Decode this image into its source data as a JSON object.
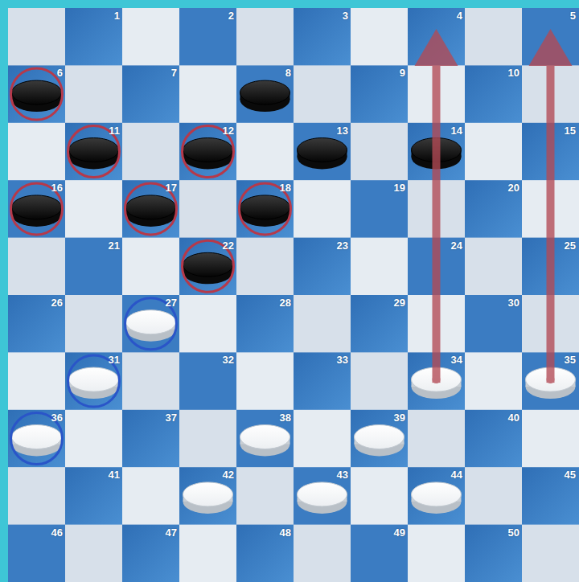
{
  "diagram": {
    "labels": [
      "1",
      "2",
      "3",
      "4",
      "5",
      "6",
      "7",
      "8",
      "9",
      "10",
      "11",
      "12",
      "13",
      "14",
      "15",
      "16",
      "17",
      "18",
      "19",
      "20",
      "21",
      "22",
      "23",
      "24",
      "25",
      "26",
      "27",
      "28",
      "29",
      "30",
      "31",
      "32",
      "33",
      "34",
      "35",
      "36",
      "37",
      "38",
      "39",
      "40",
      "41",
      "42",
      "43",
      "44",
      "45",
      "46",
      "47",
      "48",
      "49",
      "50"
    ]
  }
}
